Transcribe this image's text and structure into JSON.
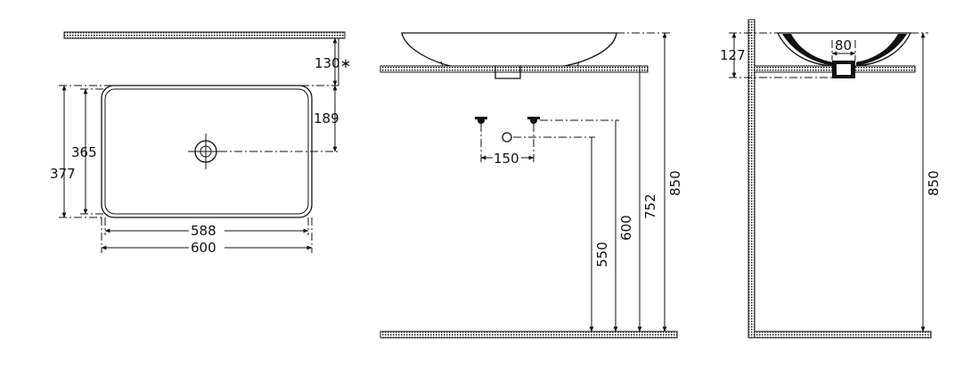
{
  "plan_view": {
    "dim_top_gap": "130∗",
    "dim_drain_offset": "189",
    "dim_inner_depth": "365",
    "dim_outer_depth": "377",
    "dim_inner_width": "588",
    "dim_outer_width": "600"
  },
  "front_view": {
    "dim_tap_spacing": "150",
    "dim_waste_height": "550",
    "dim_supply_height": "600",
    "dim_counter_height": "752",
    "dim_total_height": "850"
  },
  "side_view": {
    "dim_bowl_height": "127",
    "dim_waste_dia": "80",
    "dim_total_height": "850"
  }
}
